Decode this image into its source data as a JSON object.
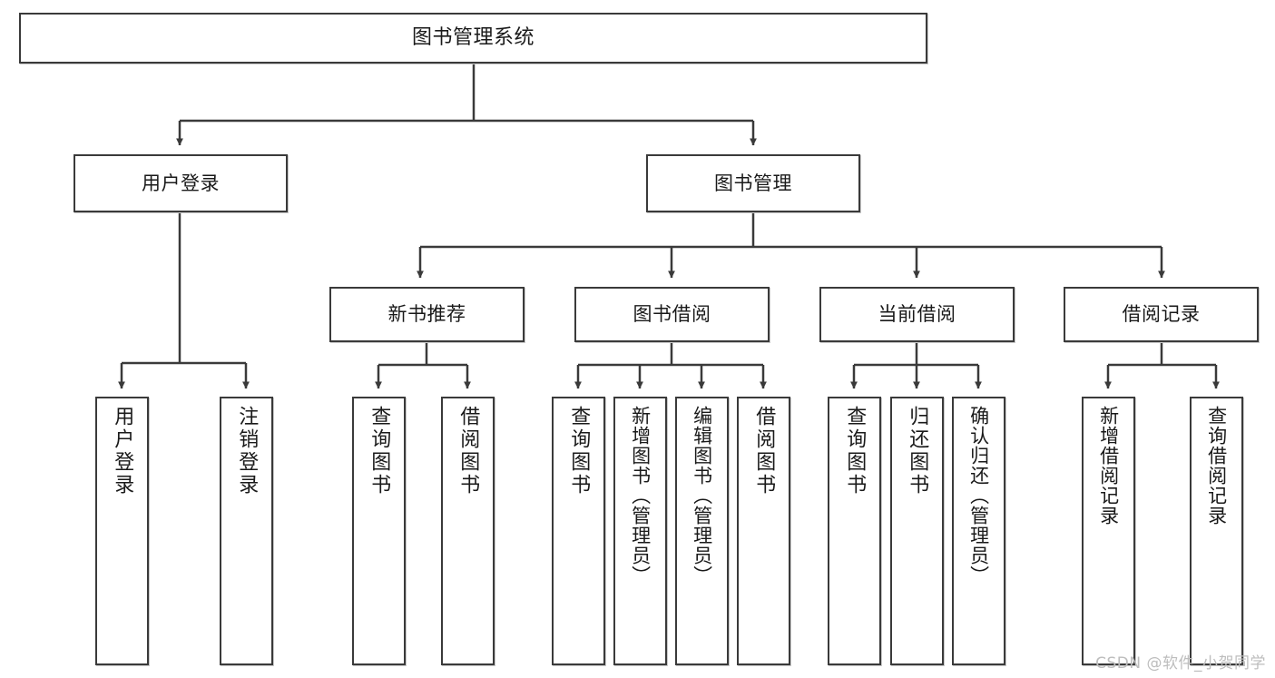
{
  "diagram": {
    "type": "hierarchy-tree",
    "title": "图书管理系统",
    "watermark": "CSDN @软件_小贺同学",
    "colors": {
      "box_border": "#3a3a3a",
      "box_fill": "#ffffff",
      "edge": "#3a3a3a",
      "text": "#1a1a1a",
      "watermark": "#bdbdbd"
    },
    "levels": {
      "root": {
        "label": "图书管理系统"
      },
      "level2": [
        {
          "id": "user-login",
          "label": "用户登录"
        },
        {
          "id": "book-management",
          "label": "图书管理"
        }
      ],
      "level3": [
        {
          "id": "new-book-recommend",
          "label": "新书推荐"
        },
        {
          "id": "book-borrow",
          "label": "图书借阅"
        },
        {
          "id": "current-borrow",
          "label": "当前借阅"
        },
        {
          "id": "borrow-record",
          "label": "借阅记录"
        }
      ],
      "leaves": {
        "user-login": [
          {
            "id": "leaf-user-login",
            "label": "用户登录"
          },
          {
            "id": "leaf-logout",
            "label": "注销登录"
          }
        ],
        "new-book-recommend": [
          {
            "id": "leaf-query-book-1",
            "label": "查询图书"
          },
          {
            "id": "leaf-borrow-book-1",
            "label": "借阅图书"
          }
        ],
        "book-borrow": [
          {
            "id": "leaf-query-book-2",
            "label": "查询图书"
          },
          {
            "id": "leaf-add-book",
            "label": "新增图书（管理员）"
          },
          {
            "id": "leaf-edit-book",
            "label": "编辑图书（管理员）"
          },
          {
            "id": "leaf-borrow-book-2",
            "label": "借阅图书"
          }
        ],
        "current-borrow": [
          {
            "id": "leaf-query-book-3",
            "label": "查询图书"
          },
          {
            "id": "leaf-return-book",
            "label": "归还图书"
          },
          {
            "id": "leaf-confirm-return",
            "label": "确认归还（管理员）"
          }
        ],
        "borrow-record": [
          {
            "id": "leaf-add-record",
            "label": "新增借阅记录"
          },
          {
            "id": "leaf-query-record",
            "label": "查询借阅记录"
          }
        ]
      }
    }
  }
}
